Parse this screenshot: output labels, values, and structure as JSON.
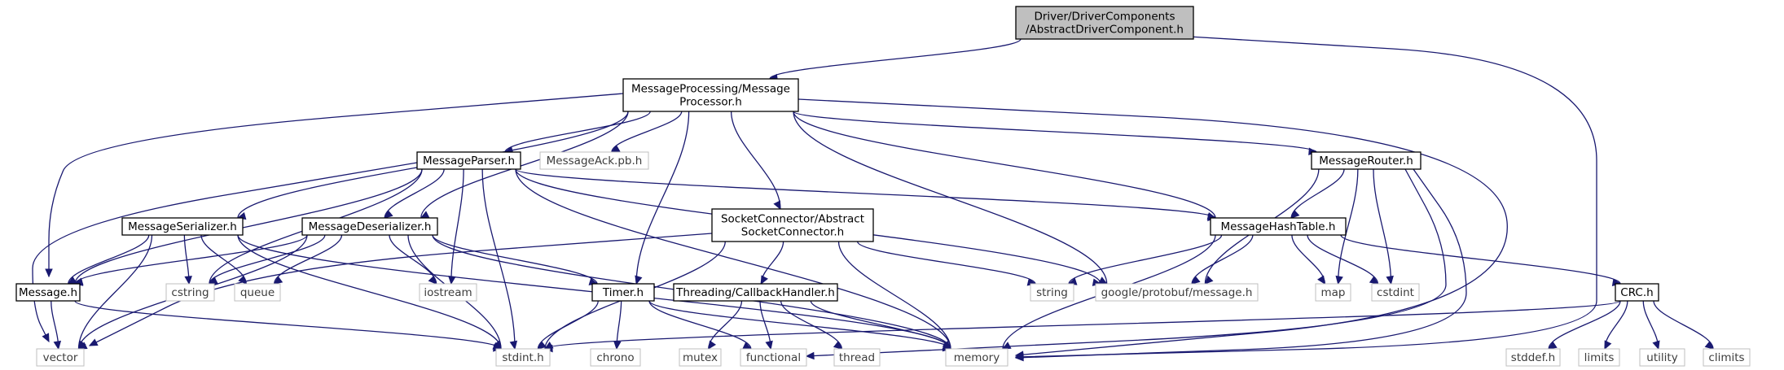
{
  "graph": {
    "nodes": {
      "root": [
        "Driver/DriverComponents",
        "/AbstractDriverComponent.h"
      ],
      "mp": [
        "MessageProcessing/Message",
        "Processor.h"
      ],
      "mparser": [
        "MessageParser.h"
      ],
      "mack": [
        "MessageAck.pb.h"
      ],
      "mrouter": [
        "MessageRouter.h"
      ],
      "mser": [
        "MessageSerializer.h"
      ],
      "mdeser": [
        "MessageDeserializer.h"
      ],
      "sock": [
        "SocketConnector/Abstract",
        "SocketConnector.h"
      ],
      "mht": [
        "MessageHashTable.h"
      ],
      "msgh": [
        "Message.h"
      ],
      "cstring": [
        "cstring"
      ],
      "queue": [
        "queue"
      ],
      "iostream": [
        "iostream"
      ],
      "timer": [
        "Timer.h"
      ],
      "cbh": [
        "Threading/CallbackHandler.h"
      ],
      "string": [
        "string"
      ],
      "protobuf": [
        "google/protobuf/message.h"
      ],
      "map": [
        "map"
      ],
      "cstdint": [
        "cstdint"
      ],
      "crc": [
        "CRC.h"
      ],
      "vector": [
        "vector"
      ],
      "stdint": [
        "stdint.h"
      ],
      "chrono": [
        "chrono"
      ],
      "mutex": [
        "mutex"
      ],
      "functional": [
        "functional"
      ],
      "thread": [
        "thread"
      ],
      "memory": [
        "memory"
      ],
      "stddef": [
        "stddef.h"
      ],
      "limits": [
        "limits"
      ],
      "utility": [
        "utility"
      ],
      "climits": [
        "climits"
      ]
    }
  }
}
